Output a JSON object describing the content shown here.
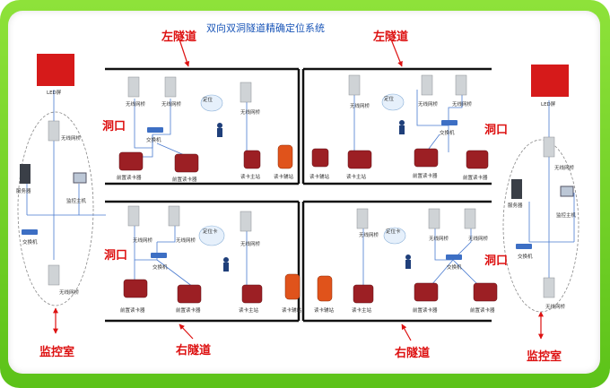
{
  "title": "双向双洞隧道精确定位系统",
  "tunnel_left": "左隧道",
  "tunnel_right": "右隧道",
  "portal": "洞口",
  "control_room": "监控室",
  "led": "LED屏",
  "server": "服务器",
  "monitor_pc": "监控主机",
  "switch": "交换机",
  "wireless_bridge": "无线网桥",
  "front_reader": "前置读卡器",
  "reader_main": "读卡主站",
  "reader_substation": "读卡辅站",
  "locate_card": "定位卡",
  "locate": "定位"
}
